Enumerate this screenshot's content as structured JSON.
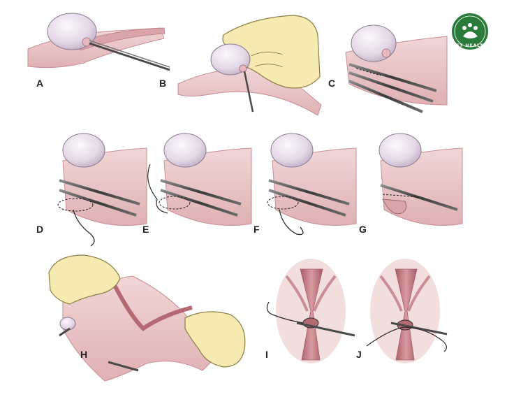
{
  "logo": {
    "text": "PET HEALTH",
    "bg_color": "#2a7a3a",
    "ring_color": "#ffffff"
  },
  "panels": [
    {
      "id": "A",
      "label": "A"
    },
    {
      "id": "B",
      "label": "B"
    },
    {
      "id": "C",
      "label": "C"
    },
    {
      "id": "D",
      "label": "D"
    },
    {
      "id": "E",
      "label": "E"
    },
    {
      "id": "F",
      "label": "F"
    },
    {
      "id": "G",
      "label": "G"
    },
    {
      "id": "H",
      "label": "H"
    },
    {
      "id": "I",
      "label": "I"
    },
    {
      "id": "J",
      "label": "J"
    }
  ],
  "colors": {
    "ovary": "#e8dde8",
    "ovary_stroke": "#8a7a90",
    "tissue": "#e8c4c4",
    "tissue_dark": "#c98d93",
    "vessel": "#b56a73",
    "instrument": "#4a4a4a",
    "glove": "#f6eab0",
    "glove_stroke": "#8a7c45",
    "suture": "#2c2c2c"
  }
}
